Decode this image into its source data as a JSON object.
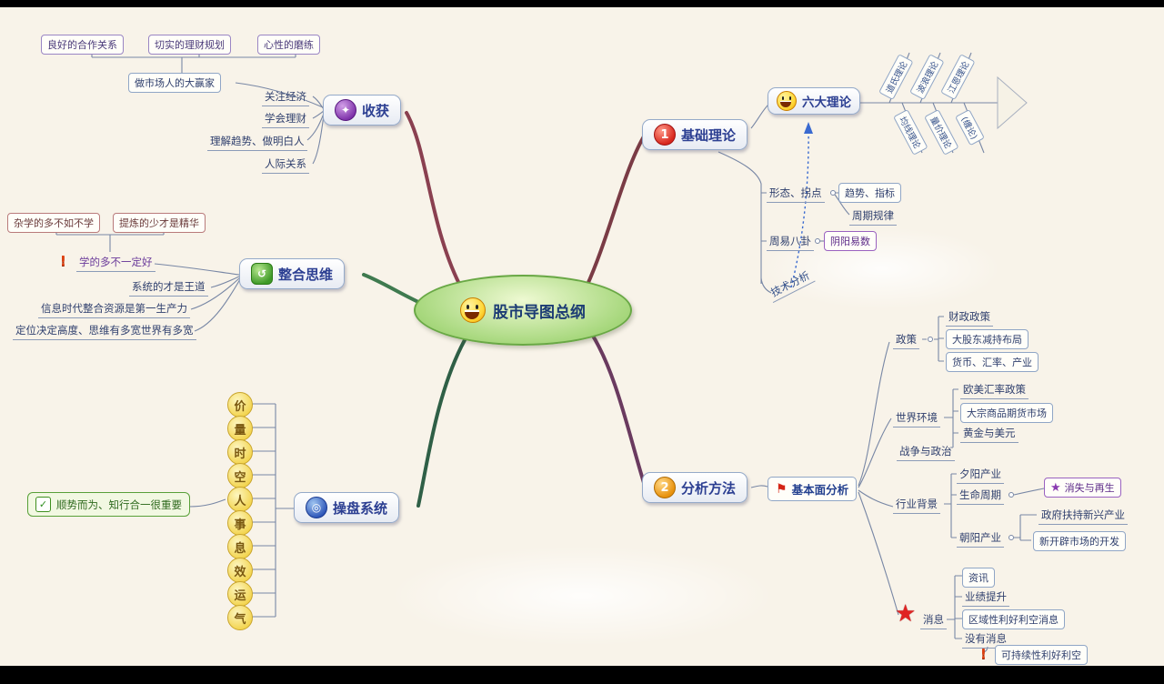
{
  "colors": {
    "canvas": "#f8f3e9",
    "bar": "#000000",
    "branch_red": "#8a4050",
    "branch_green": "#3f7a4f"
  },
  "icons": {
    "harvest": "✦",
    "integration": "↺",
    "trading": "◎",
    "check": "✓",
    "flag": "⚑",
    "star": "★",
    "warn": "!",
    "one": "1",
    "two": "2"
  },
  "center": {
    "label": "股市导图总纲"
  },
  "harvest": {
    "label": "收获",
    "items": [
      "关注经济",
      "学会理财",
      "理解趋势、做明白人",
      "人际关系"
    ],
    "winner": "做市场人的大赢家",
    "top_boxes": [
      "良好的合作关系",
      "切实的理财规划",
      "心性的磨练"
    ]
  },
  "integration": {
    "label": "整合思维",
    "warn_item": "学的多不一定好",
    "items": [
      "系统的才是王道",
      "信息时代整合资源是第一生产力",
      "定位决定高度、思维有多宽世界有多宽"
    ],
    "top_boxes": [
      "杂学的多不如不学",
      "提炼的少才是精华"
    ]
  },
  "trading": {
    "label": "操盘系统",
    "chain": [
      "价",
      "量",
      "时",
      "空",
      "人",
      "事",
      "息",
      "效",
      "运",
      "气"
    ],
    "note": "顺势而为、知行合一很重要"
  },
  "theory": {
    "label": "基础理论",
    "badge": "1",
    "six": {
      "label": "六大理论",
      "top": [
        "道氏理论",
        "波浪理论",
        "江恩理论"
      ],
      "bottom": [
        "均线理论",
        "量价理论",
        "(缠论)"
      ]
    },
    "row1": {
      "left": "形态、拐点",
      "right": "趋势、指标",
      "below": "周期规律"
    },
    "row2": {
      "left": "周易八卦",
      "right": "阴阳易数"
    },
    "tech": "技术分析"
  },
  "analysis": {
    "label": "分析方法",
    "badge": "2",
    "fundamental": "基本面分析",
    "policy": {
      "label": "政策",
      "items": [
        "财政政策",
        "大股东减持布局",
        "货币、汇率、产业"
      ]
    },
    "world": {
      "label": "世界环境",
      "items": [
        "欧美汇率政策",
        "大宗商品期货市场",
        "黄金与美元",
        "战争与政治"
      ]
    },
    "industry": {
      "label": "行业背景",
      "sunset": "夕阳产业",
      "lifecycle": "生命周期",
      "rebirth": "消失与再生",
      "sunrise": "朝阳产业",
      "sunrise_items": [
        "政府扶持新兴产业",
        "新开辟市场的开发"
      ]
    },
    "news": {
      "label": "消息",
      "items": [
        "资讯",
        "业绩提升",
        "区域性利好利空消息",
        "没有消息"
      ],
      "sub": "可持续性利好利空"
    }
  }
}
